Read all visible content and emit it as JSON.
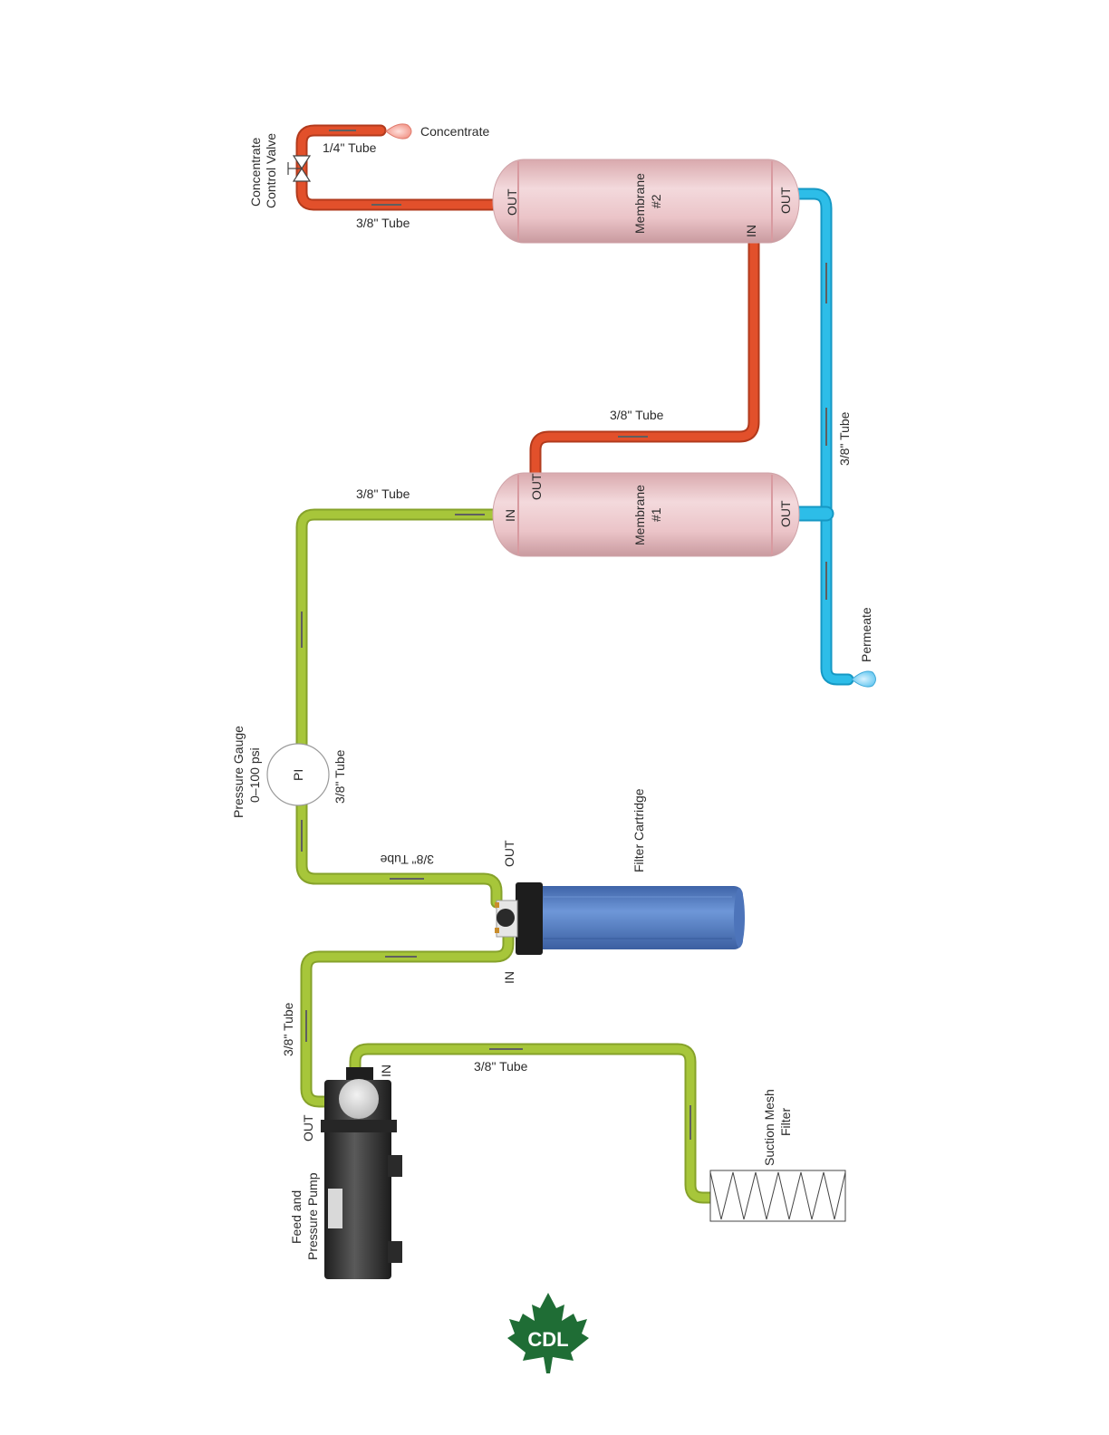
{
  "colors": {
    "concentrate_pipe": "#e2502b",
    "permeate_pipe": "#2dbde8",
    "feed_pipe": "#a7c63a",
    "membrane_body": "#ebc4c8",
    "filter_body": "#4f79c2",
    "pump_body": "#2e2e2e",
    "logo_green": "#1f6d35"
  },
  "labels": {
    "concentrate": "Concentrate",
    "quarter_tube": "1/4\" Tube",
    "concentrate_valve_line1": "Concentrate",
    "concentrate_valve_line2": "Control Valve",
    "tube_top_left": "3/8\" Tube",
    "membrane2_line1": "Membrane",
    "membrane2_line2": "#2",
    "membrane2_out_left": "OUT",
    "membrane2_in": "IN",
    "membrane2_out_right": "OUT",
    "tube_between_membranes": "3/8\" Tube",
    "tube_permeate": "3/8\" Tube",
    "tube_to_membrane1": "3/8\" Tube",
    "membrane1_line1": "Membrane",
    "membrane1_line2": "#1",
    "membrane1_in": "IN",
    "membrane1_out_top": "OUT",
    "membrane1_out_right": "OUT",
    "permeate": "Permeate",
    "gauge_line1": "Pressure Gauge",
    "gauge_line2": "0–100 psi",
    "gauge_symbol": "PI",
    "tube_gauge": "3/8\" Tube",
    "tube_filter_out": "3/8\" Tube",
    "filter_out": "OUT",
    "filter_cartridge": "Filter Cartridge",
    "filter_in": "IN",
    "tube_pump_out": "3/8\" Tube",
    "pump_in": "IN",
    "tube_suction": "3/8\" Tube",
    "pump_out": "OUT",
    "pump_line1": "Feed and",
    "pump_line2": "Pressure Pump",
    "suction_line1": "Suction Mesh",
    "suction_line2": "Filter",
    "logo_text": "CDL"
  },
  "icons": {
    "valve": "gate-valve-icon",
    "concentrate_drop": "drop-icon",
    "permeate_drop": "drop-icon",
    "logo": "maple-leaf-icon"
  }
}
